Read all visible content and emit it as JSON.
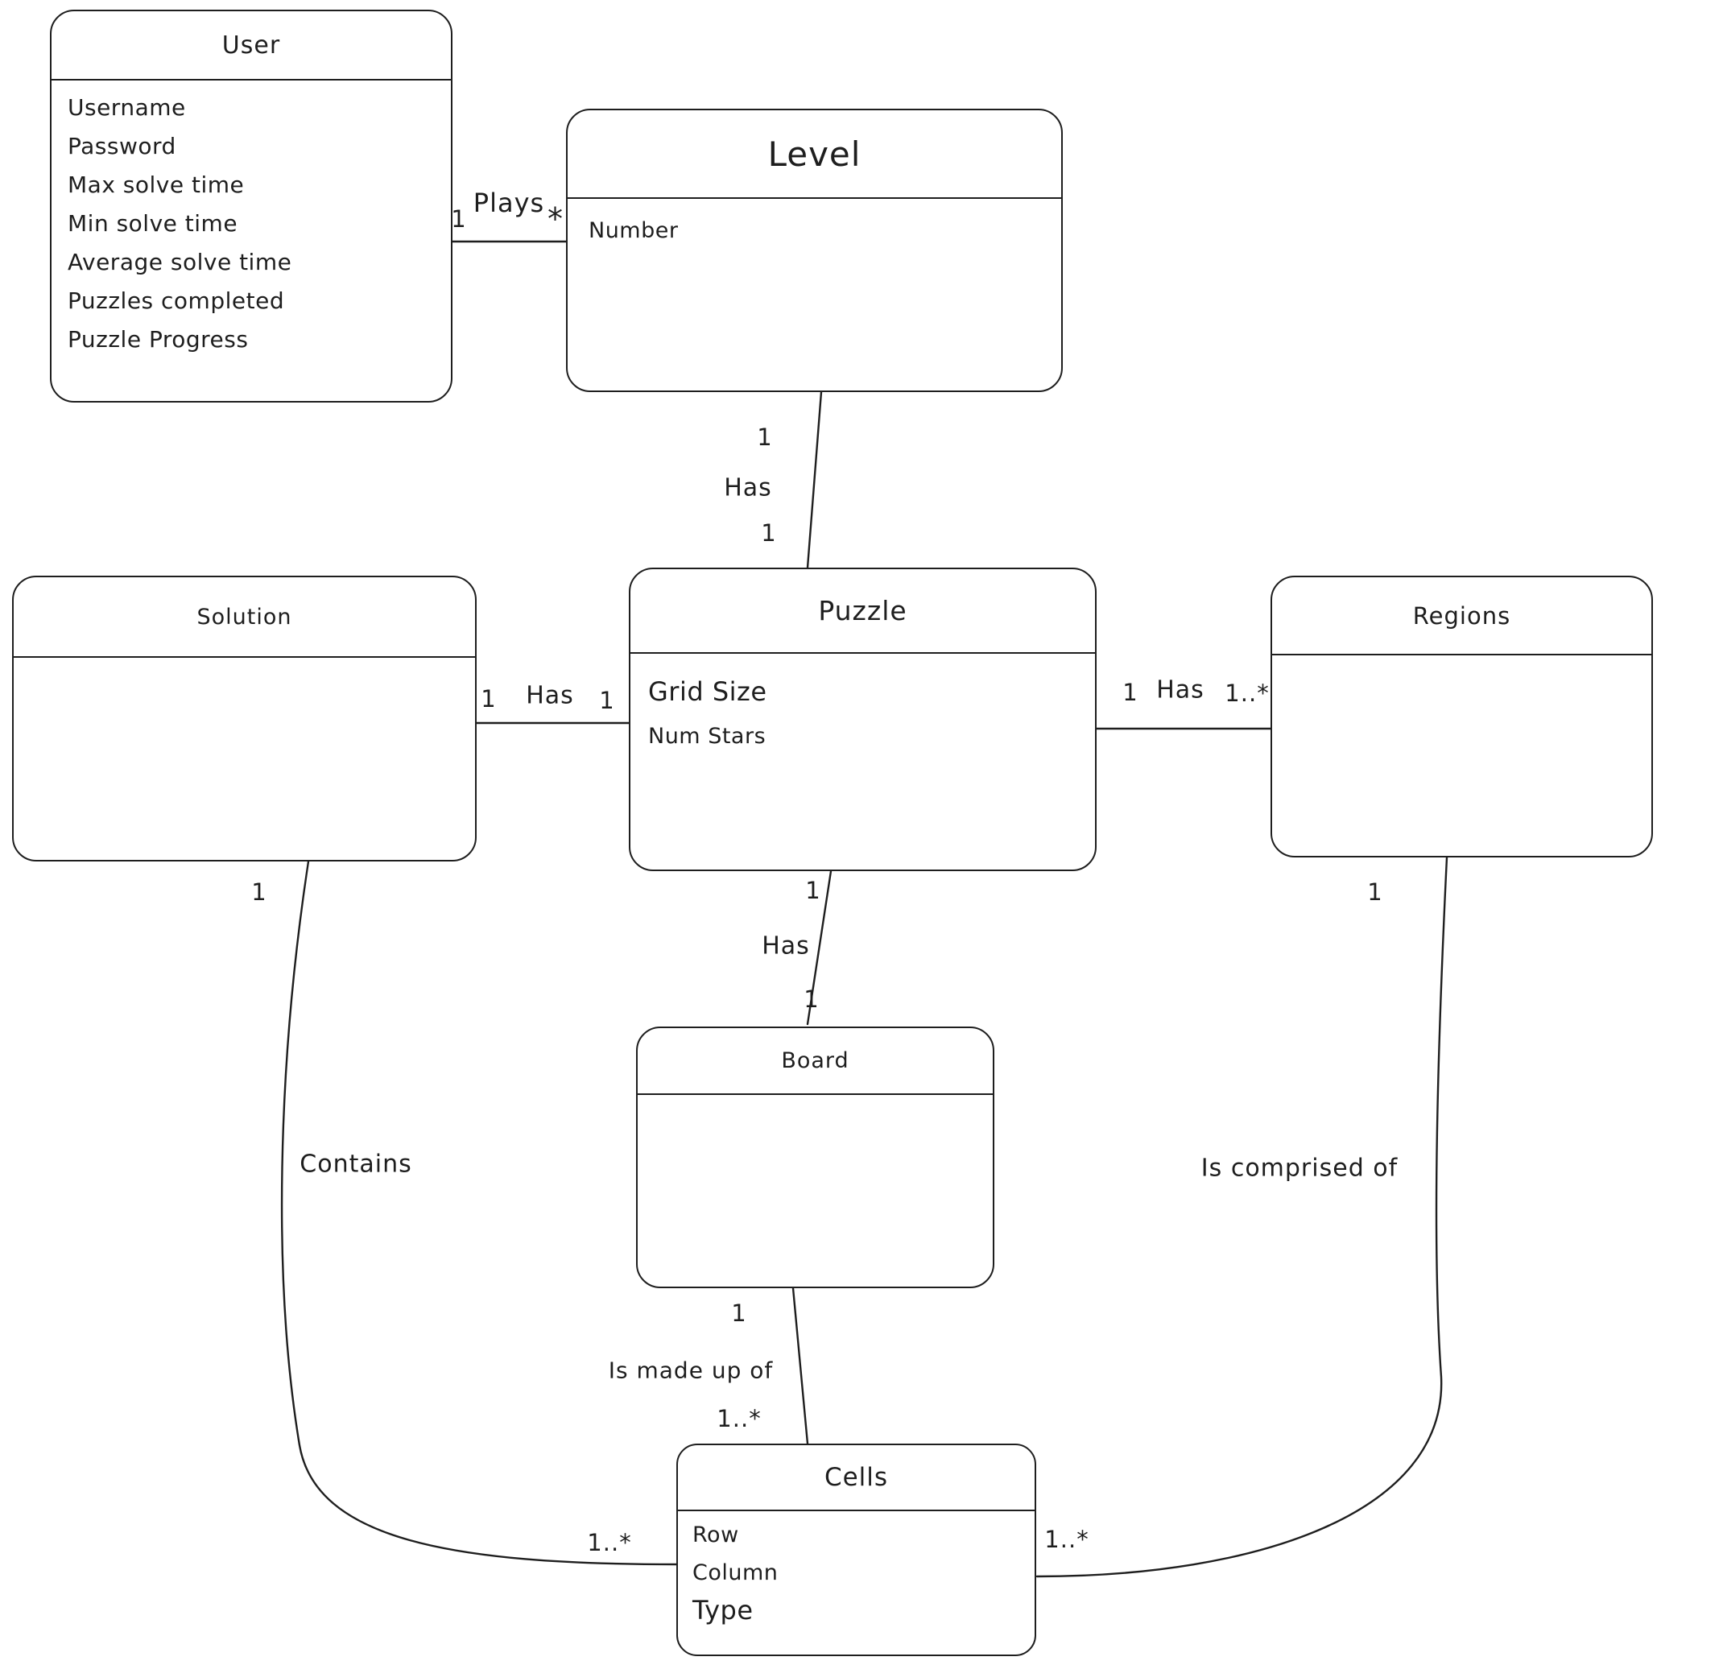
{
  "diagram": {
    "type": "entity-relationship-diagram",
    "background_color": "#ffffff",
    "stroke_color": "#1e1e1e"
  },
  "entities": {
    "user": {
      "title": "User",
      "attributes": [
        "Username",
        "Password",
        "Max solve time",
        "Min solve time",
        "Average solve time",
        "Puzzles completed",
        "Puzzle Progress"
      ]
    },
    "level": {
      "title": "Level",
      "attributes": [
        "Number"
      ]
    },
    "solution": {
      "title": "Solution",
      "attributes": []
    },
    "puzzle": {
      "title": "Puzzle",
      "attributes": [
        "Grid Size",
        "Num Stars"
      ]
    },
    "regions": {
      "title": "Regions",
      "attributes": []
    },
    "board": {
      "title": "Board",
      "attributes": []
    },
    "cells": {
      "title": "Cells",
      "attributes": [
        "Row",
        "Column",
        "Type"
      ]
    }
  },
  "relationships": {
    "user_level": {
      "from_mult": "1",
      "label": "Plays",
      "to_mult": "*"
    },
    "level_puzzle": {
      "from_mult": "1",
      "label": "Has",
      "to_mult": "1"
    },
    "solution_puzzle": {
      "from_mult": "1",
      "label": "Has",
      "to_mult": "1"
    },
    "puzzle_regions": {
      "from_mult": "1",
      "label": "Has",
      "to_mult": "1..*"
    },
    "puzzle_board": {
      "from_mult": "1",
      "label": "Has",
      "to_mult": "1"
    },
    "board_cells": {
      "from_mult": "1",
      "label": "Is made up of",
      "to_mult": "1..*"
    },
    "solution_cells": {
      "from_mult": "1",
      "label": "Contains",
      "to_mult": "1..*"
    },
    "regions_cells": {
      "from_mult": "1",
      "label": "Is comprised of",
      "to_mult": "1..*"
    }
  }
}
